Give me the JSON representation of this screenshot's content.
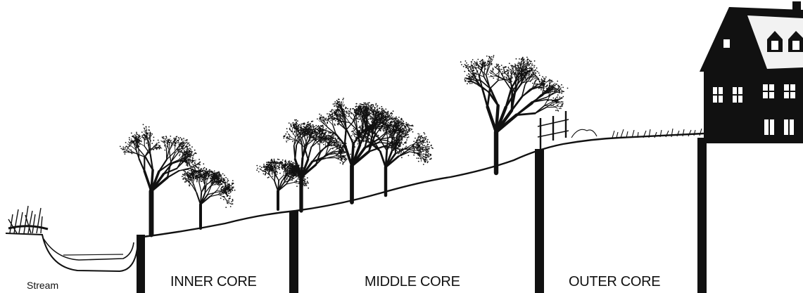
{
  "labels": {
    "stream": "Stream",
    "inner_core": "INNER CORE",
    "middle_core": "MIDDLE CORE",
    "outer_core": "OUTER CORE"
  },
  "colors": {
    "ink": "#111111",
    "background": "#ffffff",
    "roof": "#f2f2f2"
  },
  "icons": {
    "trees": "deciduous-tree-icon",
    "house": "house-icon",
    "fence": "fence-icon",
    "stream": "stream-icon"
  }
}
